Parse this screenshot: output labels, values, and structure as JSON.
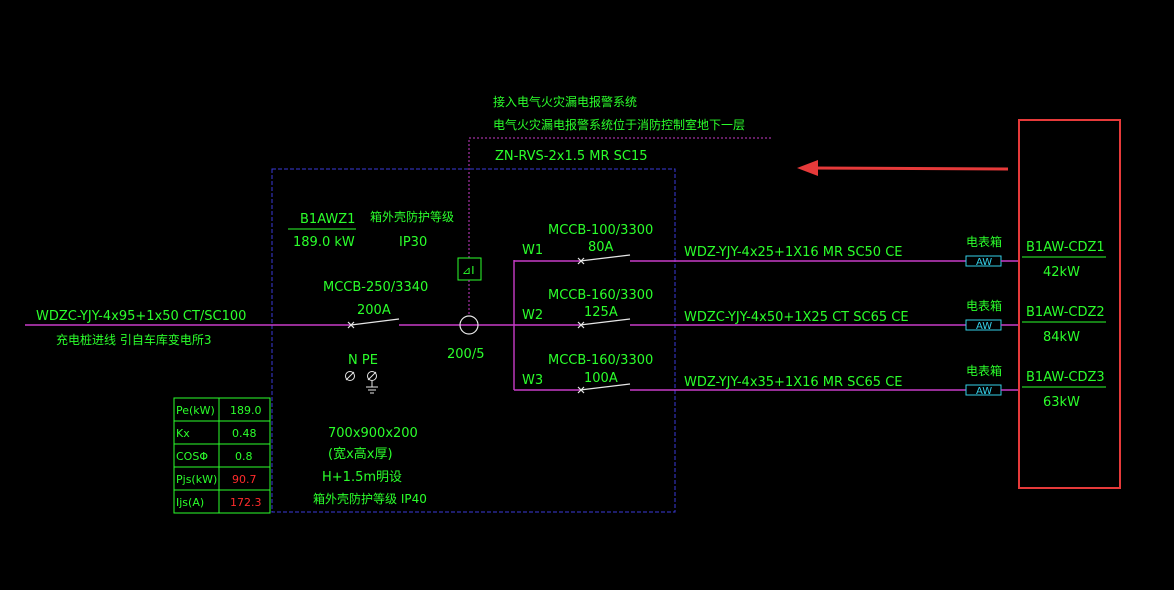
{
  "feeder": {
    "incoming_cable": "WDZC-YJY-4x95+1x50  CT/SC100",
    "incoming_note": "充电桩进线  引自车库变电所3"
  },
  "alarm": {
    "line1": "接入电气火灾漏电报警系统",
    "line2": "电气火灾漏电报警系统位于消防控制室地下一层",
    "cable": "ZN-RVS-2x1.5  MR  SC15",
    "symbol": "⊿I"
  },
  "panel": {
    "id": "B1AWZ1",
    "power": "189.0 kW",
    "protection_label": "箱外壳防护等级",
    "protection_value": "IP30",
    "main_breaker": "MCCB-250/3340",
    "main_rating": "200A",
    "ct_ratio": "200/5",
    "terminals": "N  PE",
    "dimensions": "700x900x200",
    "dimensions_note": "(宽x高x厚)",
    "mounting": "H+1.5m明设",
    "enclosure_protection": "箱外壳防护等级  IP40"
  },
  "params": [
    {
      "name": "Pe(kW)",
      "value": "189.0",
      "highlight": false
    },
    {
      "name": "Kx",
      "value": "0.48",
      "highlight": false
    },
    {
      "name": "COSΦ",
      "value": "0.8",
      "highlight": false
    },
    {
      "name": "Pjs(kW)",
      "value": "90.7",
      "highlight": true
    },
    {
      "name": "Ijs(A)",
      "value": "172.3",
      "highlight": true
    }
  ],
  "circuits": [
    {
      "id": "W1",
      "breaker": "MCCB-100/3300",
      "rating": "80A",
      "cable": "WDZ-YJY-4x25+1X16  MR  SC50  CE",
      "box_label": "电表箱",
      "box_tag": "AW",
      "target": "B1AW-CDZ1",
      "power": "42kW"
    },
    {
      "id": "W2",
      "breaker": "MCCB-160/3300",
      "rating": "125A",
      "cable": "WDZC-YJY-4x50+1X25  CT  SC65  CE",
      "box_label": "电表箱",
      "box_tag": "AW",
      "target": "B1AW-CDZ2",
      "power": "84kW"
    },
    {
      "id": "W3",
      "breaker": "MCCB-160/3300",
      "rating": "100A",
      "cable": "WDZ-YJY-4x35+1X16  MR  SC65  CE",
      "box_label": "电表箱",
      "box_tag": "AW",
      "target": "B1AW-CDZ3",
      "power": "63kW"
    }
  ],
  "colors": {
    "text": "#2bff2b",
    "bus": "#c83cc8",
    "panel_border": "#3a3ad8",
    "highlight_box": "#e63a3a",
    "warning_value": "#ff2b2b",
    "tag": "#35d0e8"
  }
}
